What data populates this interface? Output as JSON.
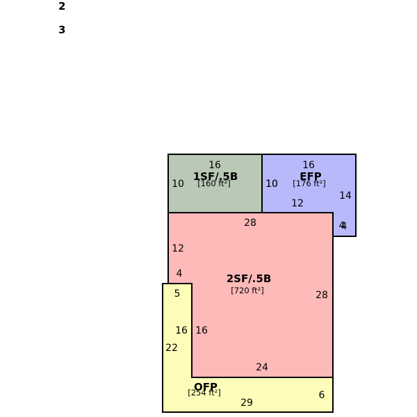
{
  "page_numbers": [
    "2",
    "3"
  ],
  "colors": {
    "green_room": "#b9c9b5",
    "blue_room": "#b8b9fb",
    "red_room": "#feb9b9",
    "yellow_room": "#fdfdb9",
    "outline": "#000000"
  },
  "rooms": {
    "sf1": {
      "label": "1SF/.5B",
      "area": "[160 ft²]",
      "dims": [
        "16",
        "10",
        "10"
      ]
    },
    "efp": {
      "label": "EFP",
      "area": "[176 ft²]",
      "dims": [
        "16",
        "10",
        "12",
        "14",
        "4",
        "4"
      ]
    },
    "sf2": {
      "label": "2SF/.5B",
      "area": "[720 ft²]",
      "dims": [
        "28",
        "12",
        "4",
        "28",
        "16",
        "24"
      ]
    },
    "ofp": {
      "label": "OFP",
      "area": "[254 ft²]",
      "dims": [
        "5",
        "16",
        "22",
        "29",
        "6"
      ]
    }
  }
}
